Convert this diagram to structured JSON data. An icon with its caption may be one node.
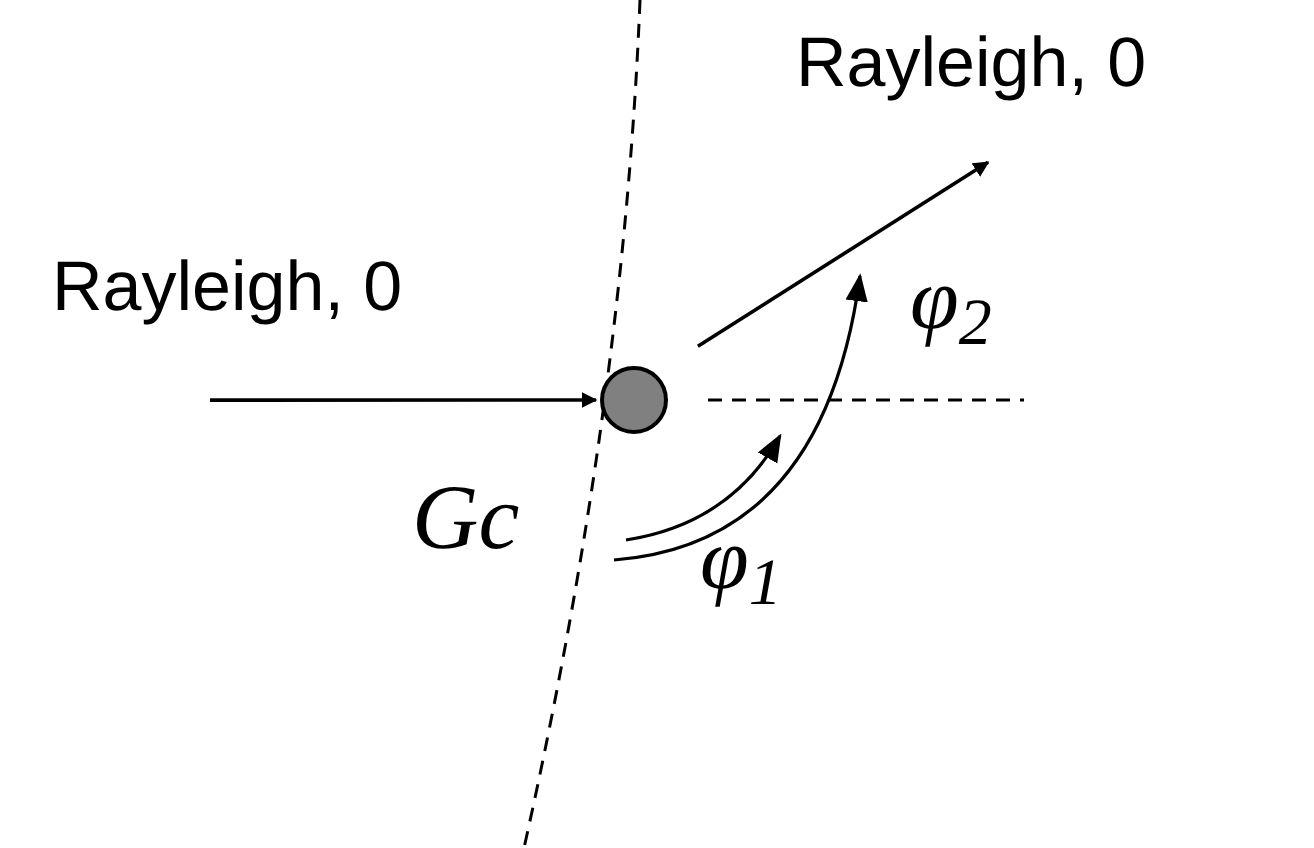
{
  "diagram": {
    "nodes": [
      {
        "text": [
          "Rayleigh, 0"
        ]
      },
      {
        "text": [],
        "shape": "circle"
      },
      {
        "text": [
          "Rayleigh, 0"
        ]
      }
    ],
    "edges": [
      {
        "from": 0,
        "to": 1,
        "arrow": "to"
      },
      {
        "from": 1,
        "to": 2,
        "arrow": "to"
      }
    ],
    "labels": [
      "Gc",
      "φ$_{2}$",
      "φ$_{1}$"
    ]
  }
}
